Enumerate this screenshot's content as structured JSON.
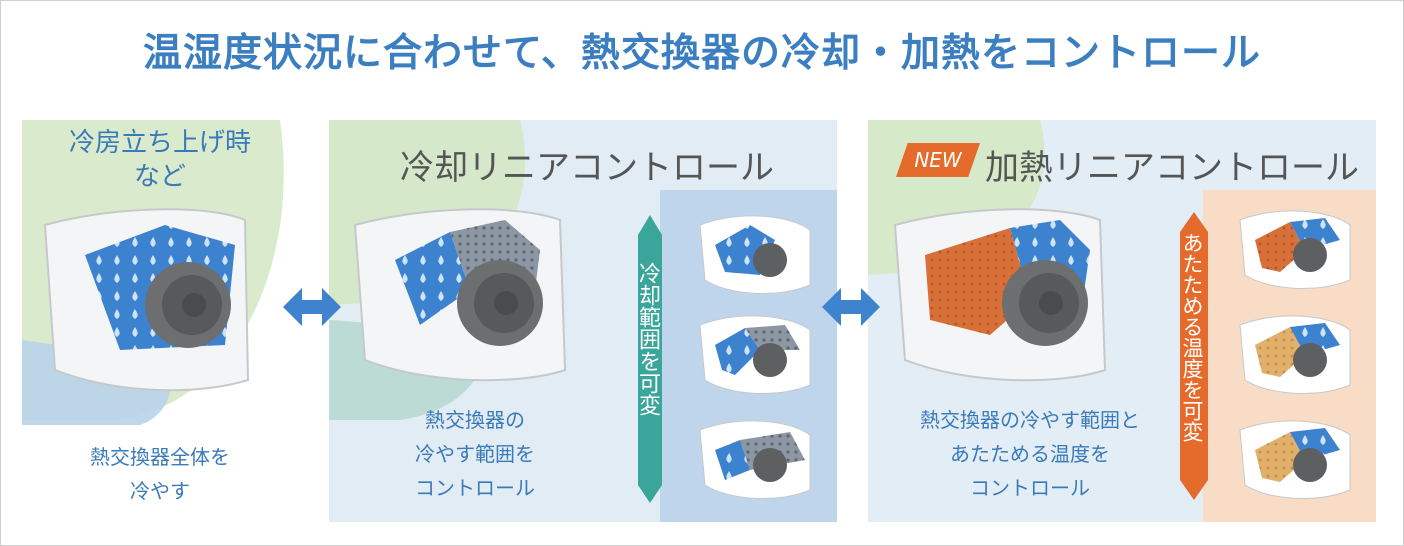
{
  "title": "温湿度状況に合わせて、熱交換器の冷却・加熱をコントロール",
  "panel1": {
    "heading": "冷房立ち上げ時\nなど",
    "caption": "熱交換器全体を\n冷やす"
  },
  "panel2": {
    "heading": "冷却リニアコントロール",
    "caption": "熱交換器の\n冷やす範囲を\nコントロール",
    "vertical_label": "冷却範囲を可変"
  },
  "panel3": {
    "badge": "NEW",
    "heading": "加熱リニアコントロール",
    "caption": "熱交換器の冷やす範囲と\nあたためる温度を\nコントロール",
    "vertical_label": "あたためる温度を可変"
  },
  "colors": {
    "title": "#3c7fc0",
    "cool_blue": "#3f83cf",
    "heat_orange": "#e46b2b",
    "teal": "#3aa59a",
    "light_green": "#d4e8c4"
  }
}
